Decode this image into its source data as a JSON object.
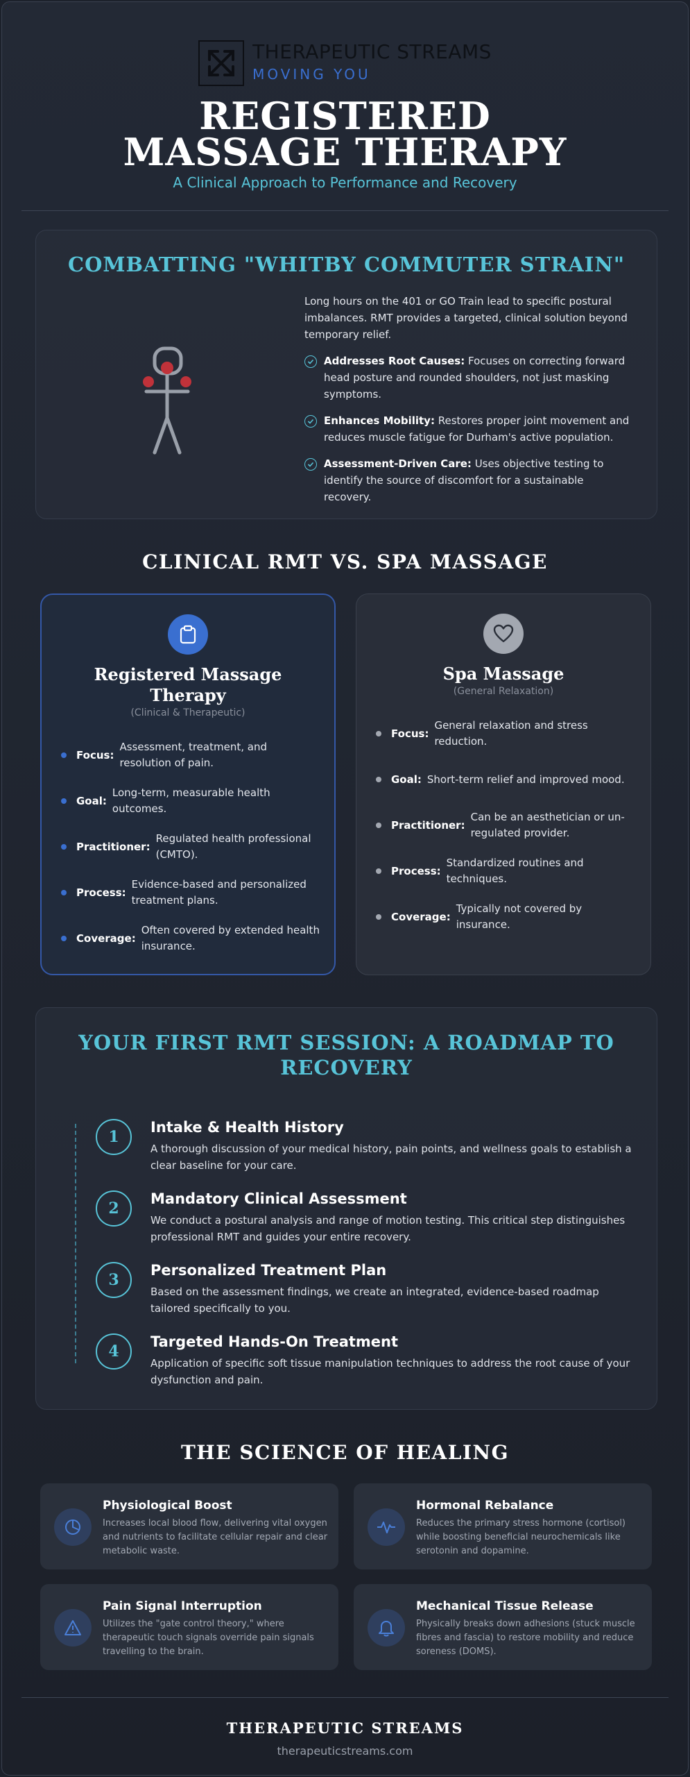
{
  "header": {
    "brand_name": "THERAPEUTIC STREAMS",
    "brand_tagline": "MOVING YOU",
    "title": "REGISTERED MASSAGE THERAPY",
    "subtitle": "A Clinical Approach to Performance and Recovery"
  },
  "commuter": {
    "heading": "COMBATTING \"WHITBY COMMUTER STRAIN\"",
    "intro": "Long hours on the 401 or GO Train lead to specific postural imbalances. RMT provides a targeted, clinical solution beyond temporary relief.",
    "points": [
      {
        "label": "Addresses Root Causes:",
        "text": "Focuses on correcting forward head posture and rounded shoulders, not just masking symptoms."
      },
      {
        "label": "Enhances Mobility:",
        "text": "Restores proper joint movement and reduces muscle fatigue for Durham's active population."
      },
      {
        "label": "Assessment-Driven Care:",
        "text": "Uses objective testing to identify the source of discomfort for a sustainable recovery."
      }
    ]
  },
  "comparison": {
    "heading": "CLINICAL RMT VS. SPA MASSAGE",
    "rmt": {
      "title": "Registered Massage Therapy",
      "subtitle": "(Clinical & Therapeutic)",
      "items": [
        {
          "label": "Focus:",
          "text": "Assessment, treatment, and resolution of pain."
        },
        {
          "label": "Goal:",
          "text": "Long-term, measurable health outcomes."
        },
        {
          "label": "Practitioner:",
          "text": "Regulated health professional (CMTO)."
        },
        {
          "label": "Process:",
          "text": "Evidence-based and personalized treatment plans."
        },
        {
          "label": "Coverage:",
          "text": "Often covered by extended health insurance."
        }
      ]
    },
    "spa": {
      "title": "Spa Massage",
      "subtitle": "(General Relaxation)",
      "items": [
        {
          "label": "Focus:",
          "text": "General relaxation and stress reduction."
        },
        {
          "label": "Goal:",
          "text": "Short-term relief and improved mood."
        },
        {
          "label": "Practitioner:",
          "text": "Can be an aesthetician or un-regulated provider."
        },
        {
          "label": "Process:",
          "text": "Standardized routines and techniques."
        },
        {
          "label": "Coverage:",
          "text": "Typically not covered by insurance."
        }
      ]
    }
  },
  "roadmap": {
    "heading": "YOUR FIRST RMT SESSION: A ROADMAP TO RECOVERY",
    "steps": [
      {
        "num": "1",
        "title": "Intake & Health History",
        "text": "A thorough discussion of your medical history, pain points, and wellness goals to establish a clear baseline for your care."
      },
      {
        "num": "2",
        "title": "Mandatory Clinical Assessment",
        "text": "We conduct a postural analysis and range of motion testing. This critical step distinguishes professional RMT and guides your entire recovery."
      },
      {
        "num": "3",
        "title": "Personalized Treatment Plan",
        "text": "Based on the assessment findings, we create an integrated, evidence-based roadmap tailored specifically to you."
      },
      {
        "num": "4",
        "title": "Targeted Hands-On Treatment",
        "text": "Application of specific soft tissue manipulation techniques to address the root cause of your dysfunction and pain."
      }
    ]
  },
  "science": {
    "heading": "THE SCIENCE OF HEALING",
    "items": [
      {
        "icon": "pie-chart-icon",
        "title": "Physiological Boost",
        "text": "Increases local blood flow, delivering vital oxygen and nutrients to facilitate cellular repair and clear metabolic waste."
      },
      {
        "icon": "pulse-icon",
        "title": "Hormonal Rebalance",
        "text": "Reduces the primary stress hormone (cortisol) while boosting beneficial neurochemicals like serotonin and dopamine."
      },
      {
        "icon": "warning-icon",
        "title": "Pain Signal Interruption",
        "text": "Utilizes the \"gate control theory,\" where therapeutic touch signals override pain signals travelling to the brain."
      },
      {
        "icon": "bell-icon",
        "title": "Mechanical Tissue Release",
        "text": "Physically breaks down adhesions (stuck muscle fibres and fascia) to restore mobility and reduce soreness (DOMS)."
      }
    ]
  },
  "footer": {
    "brand": "THERAPEUTIC STREAMS",
    "url": "therapeuticstreams.com"
  },
  "colors": {
    "accent_teal": "#58c4d8",
    "accent_blue": "#3a6fd0",
    "highlight_red": "#c0323a",
    "background": "#1f242e"
  }
}
